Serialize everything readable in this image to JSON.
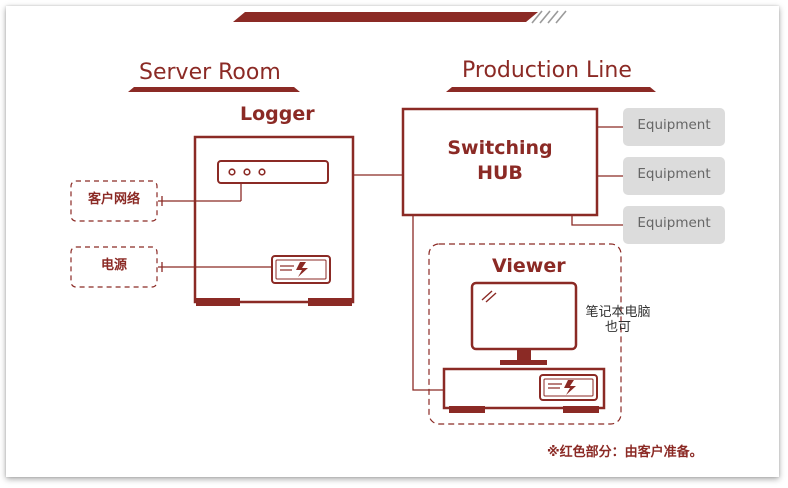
{
  "sections": {
    "server_room": "Server Room",
    "production_line": "Production Line"
  },
  "devices": {
    "logger": "Logger",
    "switching_hub_line1": "Switching",
    "switching_hub_line2": "HUB",
    "viewer": "Viewer",
    "equipment": [
      "Equipment",
      "Equipment",
      "Equipment"
    ]
  },
  "inputs": {
    "network": "客户网络",
    "power": "电源"
  },
  "notes": {
    "laptop_line1": "笔记本电脑",
    "laptop_line2": "也可",
    "footnote": "※红色部分：由客户准备。"
  },
  "colors": {
    "accent": "#8b2a25",
    "equipment_fill": "#dcdcdc",
    "equipment_text": "#666666"
  }
}
